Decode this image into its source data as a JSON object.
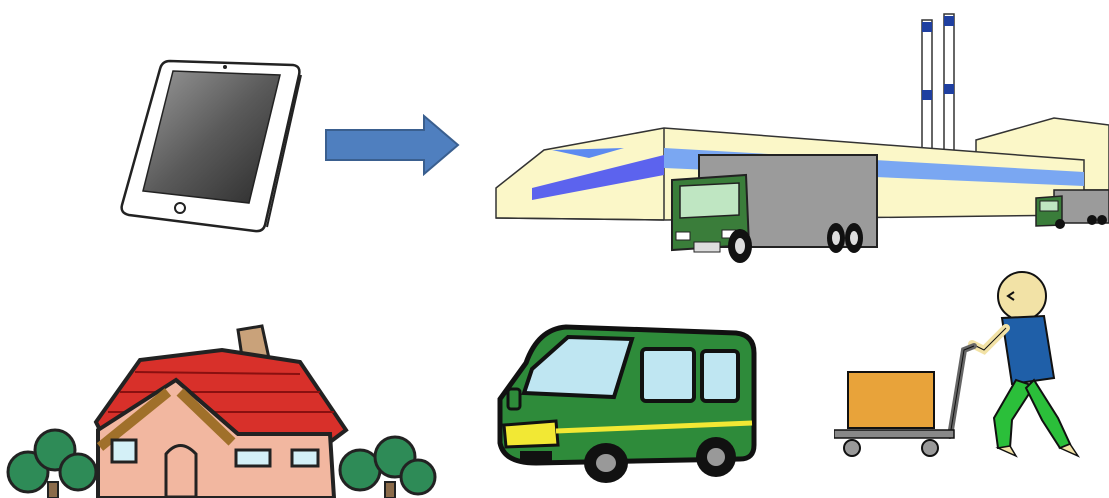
{
  "scene": {
    "items": [
      {
        "id": "tablet",
        "icon": "tablet-icon"
      },
      {
        "id": "arrow",
        "icon": "arrow-right-icon"
      },
      {
        "id": "warehouse",
        "icon": "warehouse-with-trucks-icon"
      },
      {
        "id": "house",
        "icon": "house-icon"
      },
      {
        "id": "delivery-van",
        "icon": "delivery-van-icon"
      },
      {
        "id": "worker-cart",
        "icon": "person-pushing-cart-icon"
      }
    ]
  },
  "colors": {
    "arrow": "#4f7fbf",
    "warehouse_wall": "#fbf7c8",
    "warehouse_stripe": "#5c63ee",
    "warehouse_stripe_light": "#7aa7f2",
    "truck_cab": "#3a7d3a",
    "truck_cargo": "#9b9b9b",
    "van_body": "#2e8b3a",
    "van_window": "#bfe6f2",
    "van_bumper": "#f2e834",
    "roof": "#d8302a",
    "house_wall": "#f2b7a0",
    "tree": "#2e8b57",
    "box": "#e8a33a",
    "shirt": "#1f5fa8",
    "pants": "#2bbf3a",
    "skin": "#f2e2a6"
  }
}
